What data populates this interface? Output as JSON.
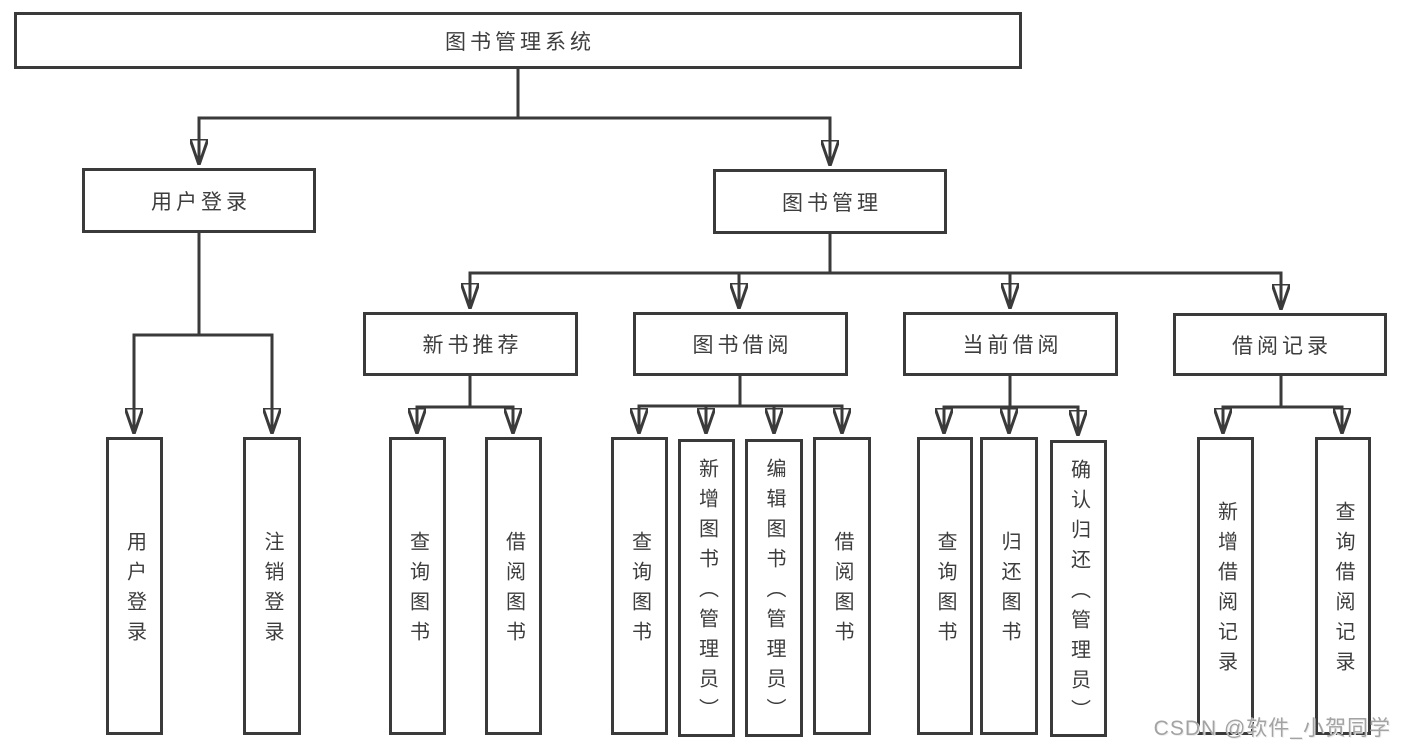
{
  "tree": {
    "label": "图书管理系统",
    "children": [
      {
        "label": "用户登录",
        "children": [
          {
            "label": "用户登录"
          },
          {
            "label": "注销登录"
          }
        ]
      },
      {
        "label": "图书管理",
        "children": [
          {
            "label": "新书推荐",
            "children": [
              {
                "label": "查询图书"
              },
              {
                "label": "借阅图书"
              }
            ]
          },
          {
            "label": "图书借阅",
            "children": [
              {
                "label": "查询图书"
              },
              {
                "label": "新增图书（管理员）"
              },
              {
                "label": "编辑图书（管理员）"
              },
              {
                "label": "借阅图书"
              }
            ]
          },
          {
            "label": "当前借阅",
            "children": [
              {
                "label": "查询图书"
              },
              {
                "label": "归还图书"
              },
              {
                "label": "确认归还（管理员）"
              }
            ]
          },
          {
            "label": "借阅记录",
            "children": [
              {
                "label": "新增借阅记录"
              },
              {
                "label": "查询借阅记录"
              }
            ]
          }
        ]
      }
    ]
  },
  "watermark": {
    "text": "CSDN @软件_小贺同学"
  },
  "colors": {
    "line": "#3a3a3a",
    "text": "#3d3d3d",
    "background": "#ffffff",
    "watermark": "#a3a3a3"
  }
}
